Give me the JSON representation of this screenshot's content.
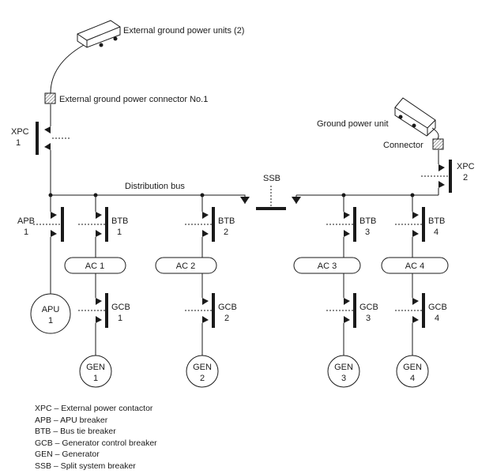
{
  "colors": {
    "line": "#1a1a1a",
    "hatch": "#444444",
    "unit_fill": "#ffffff"
  },
  "labels": {
    "ext_gpu": "External ground power units (2)",
    "ext_connector": "External ground power connector No.1",
    "gpu": "Ground power unit",
    "connector": "Connector",
    "distribution_bus": "Distribution bus",
    "ssb": "SSB",
    "xpc1": [
      "XPC",
      "1"
    ],
    "xpc2": [
      "XPC",
      "2"
    ],
    "apb": [
      "APB",
      "1"
    ],
    "btb1": [
      "BTB",
      "1"
    ],
    "btb2": [
      "BTB",
      "2"
    ],
    "btb3": [
      "BTB",
      "3"
    ],
    "btb4": [
      "BTB",
      "4"
    ],
    "gcb1": [
      "GCB",
      "1"
    ],
    "gcb2": [
      "GCB",
      "2"
    ],
    "gcb3": [
      "GCB",
      "3"
    ],
    "gcb4": [
      "GCB",
      "4"
    ],
    "ac1": "AC 1",
    "ac2": "AC 2",
    "ac3": "AC 3",
    "ac4": "AC 4",
    "apu": [
      "APU",
      "1"
    ],
    "gen1": [
      "GEN",
      "1"
    ],
    "gen2": [
      "GEN",
      "2"
    ],
    "gen3": [
      "GEN",
      "3"
    ],
    "gen4": [
      "GEN",
      "4"
    ]
  },
  "legend": [
    "XPC – External power contactor",
    "APB – APU breaker",
    "BTB – Bus tie breaker",
    "GCB – Generator control breaker",
    "GEN – Generator",
    "SSB – Split system breaker"
  ]
}
